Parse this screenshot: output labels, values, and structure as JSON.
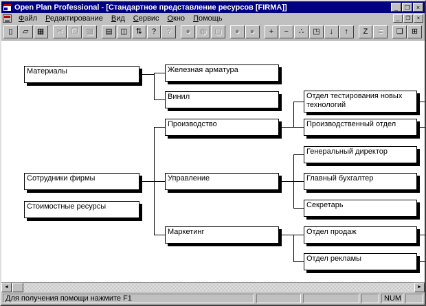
{
  "window": {
    "title": "Open Plan Professional - [Стандартное представление ресурсов [FIRMA]]",
    "minimize_glyph": "_",
    "restore_glyph": "❐",
    "close_glyph": "×"
  },
  "menubar": {
    "items": [
      {
        "label": "Файл"
      },
      {
        "label": "Редактирование"
      },
      {
        "label": "Вид"
      },
      {
        "label": "Сервис"
      },
      {
        "label": "Окно"
      },
      {
        "label": "Помощь"
      }
    ]
  },
  "toolbar": {
    "groups": [
      [
        0,
        1,
        2
      ],
      [
        3,
        4,
        5
      ],
      [
        6,
        7,
        8,
        9,
        10
      ],
      [
        11,
        12,
        13
      ],
      [
        14,
        15
      ],
      [
        16,
        17,
        18,
        19,
        20,
        21
      ],
      [
        22,
        23
      ],
      [
        24,
        25
      ]
    ],
    "buttons": [
      {
        "name": "new-button",
        "icon": "new-document-icon",
        "glyph": "▯",
        "enabled": true
      },
      {
        "name": "open-button",
        "icon": "open-folder-icon",
        "glyph": "▱",
        "enabled": true
      },
      {
        "name": "save-button",
        "icon": "floppy-disk-icon",
        "glyph": "▦",
        "enabled": true
      },
      {
        "name": "cut-button",
        "icon": "scissors-icon",
        "glyph": "✂",
        "enabled": false
      },
      {
        "name": "copy-button",
        "icon": "copy-icon",
        "glyph": "❐",
        "enabled": false
      },
      {
        "name": "paste-button",
        "icon": "clipboard-icon",
        "glyph": "▨",
        "enabled": false
      },
      {
        "name": "print-button",
        "icon": "printer-icon",
        "glyph": "▤",
        "enabled": true
      },
      {
        "name": "print-preview-button",
        "icon": "page-magnifier-icon",
        "glyph": "◫",
        "enabled": true
      },
      {
        "name": "sort-button",
        "icon": "sort-arrows-icon",
        "glyph": "⇅",
        "enabled": true
      },
      {
        "name": "help-button",
        "icon": "question-mark-icon",
        "glyph": "?",
        "enabled": true
      },
      {
        "name": "context-help-button",
        "icon": "arrow-question-icon",
        "glyph": "?",
        "enabled": false
      },
      {
        "name": "circle-tool-button",
        "icon": "circle-icon",
        "glyph": "●",
        "enabled": false
      },
      {
        "name": "circle-help-tool-button",
        "icon": "circle-question-icon",
        "glyph": "◍",
        "enabled": false
      },
      {
        "name": "rounded-node-tool-button",
        "icon": "rounded-rect-icon",
        "glyph": "▢",
        "enabled": false
      },
      {
        "name": "circle-tool2-button",
        "icon": "circle-icon",
        "glyph": "●",
        "enabled": false
      },
      {
        "name": "circle-tool3-button",
        "icon": "circle-icon",
        "glyph": "●",
        "enabled": false
      },
      {
        "name": "add-button",
        "icon": "plus-icon",
        "glyph": "+",
        "enabled": true
      },
      {
        "name": "remove-button",
        "icon": "minus-icon",
        "glyph": "−",
        "enabled": true
      },
      {
        "name": "scatter-view-button",
        "icon": "dots-icon",
        "glyph": "∴",
        "enabled": true
      },
      {
        "name": "step-view-button",
        "icon": "step-chart-icon",
        "glyph": "◳",
        "enabled": true
      },
      {
        "name": "move-down-button",
        "icon": "arrow-down-icon",
        "glyph": "↓",
        "enabled": true
      },
      {
        "name": "move-up-button",
        "icon": "arrow-up-icon",
        "glyph": "↑",
        "enabled": true
      },
      {
        "name": "zigzag-tool-button",
        "icon": "z-icon",
        "glyph": "Z",
        "enabled": true
      },
      {
        "name": "notes-button",
        "icon": "lines-icon",
        "glyph": "≡",
        "enabled": false
      },
      {
        "name": "cascade-windows-button",
        "icon": "cascade-icon",
        "glyph": "❏",
        "enabled": true
      },
      {
        "name": "tile-windows-button",
        "icon": "tile-icon",
        "glyph": "⊞",
        "enabled": true
      }
    ]
  },
  "org_chart": {
    "nodes": [
      {
        "id": "materials",
        "label": "Материалы"
      },
      {
        "id": "iron-fittings",
        "label": "Железная арматура"
      },
      {
        "id": "vinyl",
        "label": "Винил"
      },
      {
        "id": "production",
        "label": "Производство"
      },
      {
        "id": "new-tech-testing-dept",
        "label": "Отдел тестирования новых технологий"
      },
      {
        "id": "production-dept",
        "label": "Производственный отдел"
      },
      {
        "id": "general-director",
        "label": "Генеральный директор"
      },
      {
        "id": "chief-accountant",
        "label": "Главный бухгалтер"
      },
      {
        "id": "secretary",
        "label": "Секретарь"
      },
      {
        "id": "company-staff",
        "label": "Сотрудники фирмы"
      },
      {
        "id": "management",
        "label": "Управление"
      },
      {
        "id": "cost-resources",
        "label": "Стоимостные ресурсы"
      },
      {
        "id": "marketing",
        "label": "Маркетинг"
      },
      {
        "id": "sales-dept",
        "label": "Отдел продаж"
      },
      {
        "id": "advertising-dept",
        "label": "Отдел рекламы"
      }
    ]
  },
  "scrollbar": {
    "left_glyph": "◄",
    "right_glyph": "►"
  },
  "statusbar": {
    "message": "Для получения помощи нажмите F1",
    "num_indicator": "NUM"
  },
  "colors": {
    "titlebar": "#000080",
    "chrome": "#c0c0c0",
    "canvas": "#ffffff",
    "title_text": "#ffffff"
  }
}
